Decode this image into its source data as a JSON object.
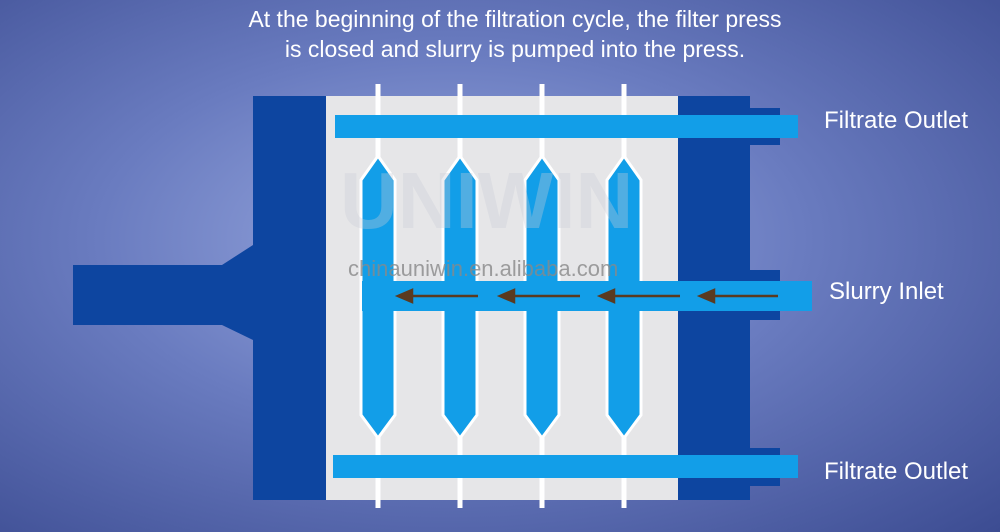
{
  "caption": {
    "line1": "At the beginning of the filtration cycle, the filter press",
    "line2": "is closed and slurry is pumped into the press."
  },
  "labels": {
    "filtrate_outlet_top": "Filtrate Outlet",
    "slurry_inlet": "Slurry Inlet",
    "filtrate_outlet_bottom": "Filtrate Outlet"
  },
  "watermark": {
    "logo": "UNIWIN",
    "url": "chinauniwin.en.alibaba.com"
  },
  "colors": {
    "frame": "#0d45a0",
    "plates": "#e6e6e8",
    "slurry": "#129ee8",
    "arrow": "#5a3a20"
  }
}
